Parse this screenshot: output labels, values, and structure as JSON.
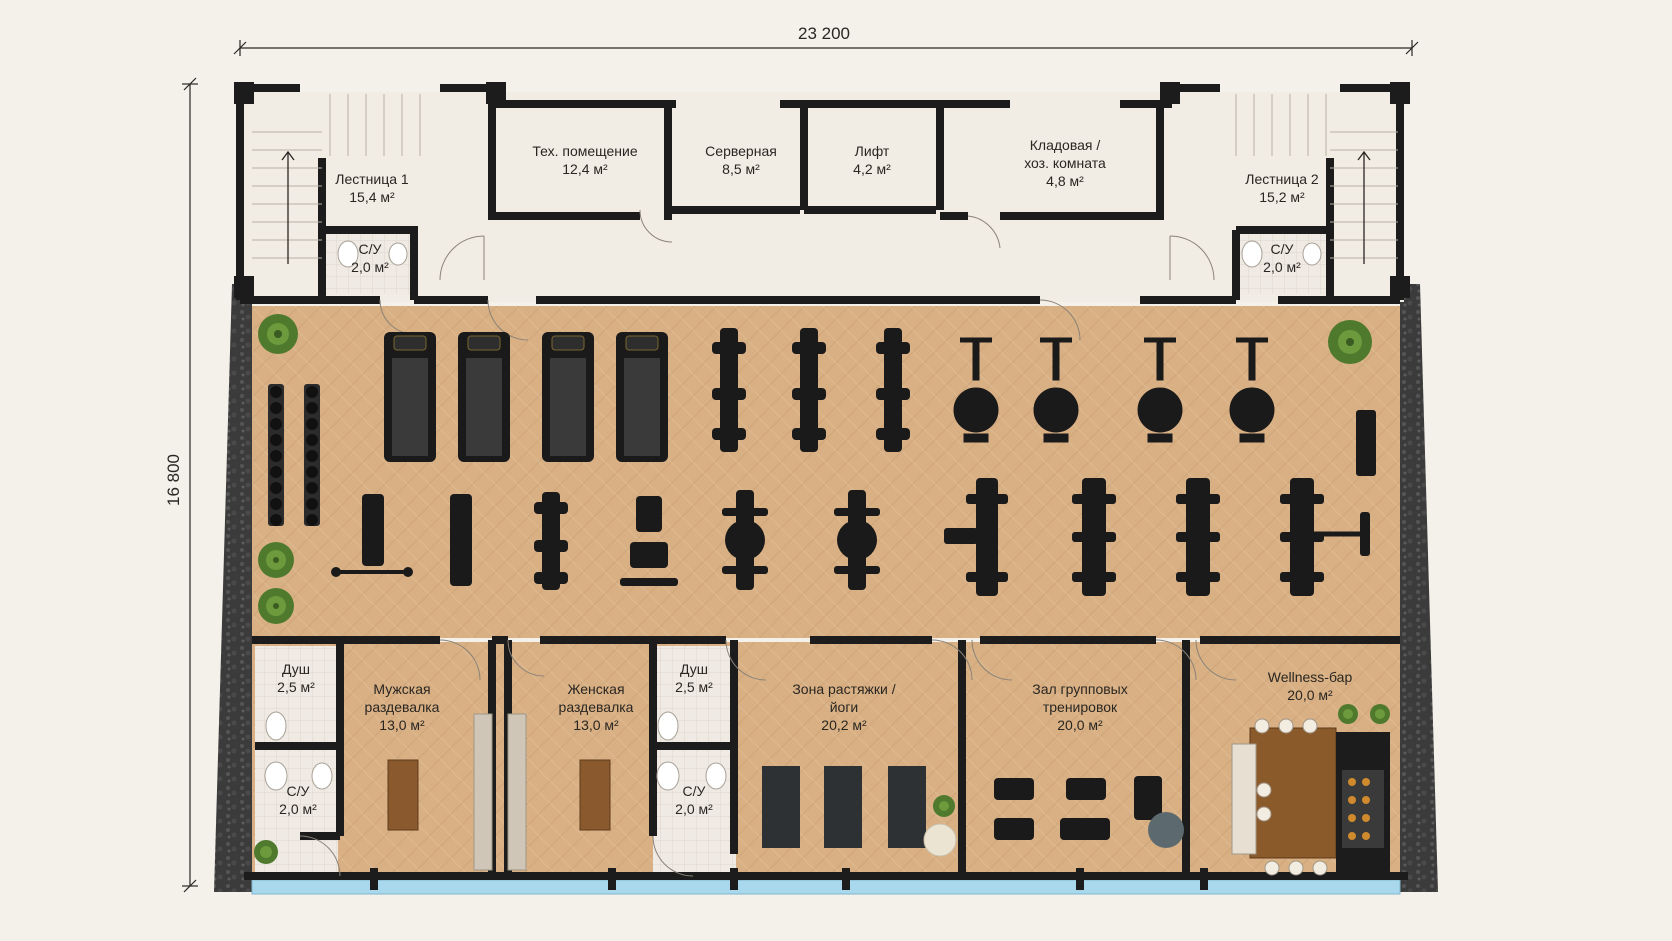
{
  "dimensions": {
    "width": "23 200",
    "height": "16 800"
  },
  "rooms": {
    "stair1": {
      "name": "Лестница 1",
      "area": "15,4 м²"
    },
    "wc_left_top": {
      "name": "С/У",
      "area": "2,0 м²"
    },
    "tech": {
      "name": "Тех. помещение",
      "area": "12,4 м²"
    },
    "server": {
      "name": "Серверная",
      "area": "8,5 м²"
    },
    "lift": {
      "name": "Лифт",
      "area": "4,2 м²"
    },
    "storage": {
      "name_line1": "Кладовая /",
      "name_line2": "хоз. комната",
      "area": "4,8 м²"
    },
    "stair2": {
      "name": "Лестница 2",
      "area": "15,2 м²"
    },
    "wc_right_top": {
      "name": "С/У",
      "area": "2,0 м²"
    },
    "shower_m": {
      "name": "Душ",
      "area": "2,5 м²"
    },
    "wc_m": {
      "name": "С/У",
      "area": "2,0 м²"
    },
    "locker_m": {
      "name_line1": "Мужская",
      "name_line2": "раздевалка",
      "area": "13,0 м²"
    },
    "locker_f": {
      "name_line1": "Женская",
      "name_line2": "раздевалка",
      "area": "13,0 м²"
    },
    "shower_f": {
      "name": "Душ",
      "area": "2,5 м²"
    },
    "wc_f": {
      "name": "С/У",
      "area": "2,0 м²"
    },
    "stretch": {
      "name_line1": "Зона растяжки /",
      "name_line2": "йоги",
      "area": "20,2 м²"
    },
    "group": {
      "name_line1": "Зал групповых",
      "name_line2": "тренировок",
      "area": "20,0 м²"
    },
    "bar": {
      "name": "Wellness-бар",
      "area": "20,0 м²"
    }
  },
  "colors": {
    "wall": "#1c1c1c",
    "floor_wood": "#d7ae82",
    "floor_service": "#f1ece4",
    "glass": "#a9d8ec",
    "equipment": "#1a1a1a",
    "plant": "#4f7a2d",
    "background": "#f4f1ea"
  }
}
